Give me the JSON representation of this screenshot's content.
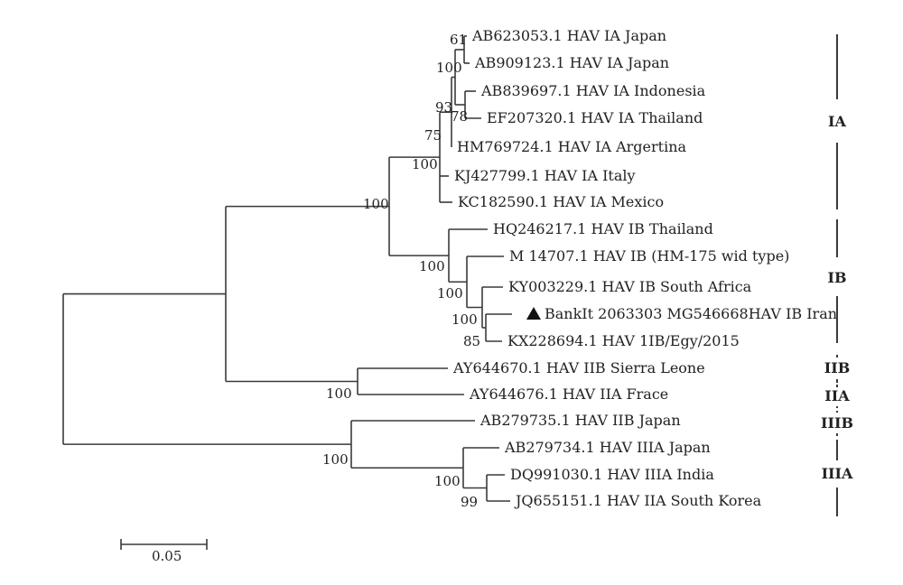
{
  "tree": {
    "leaves": [
      {
        "id": "L1",
        "label": "AB623053.1 HAV IA Japan"
      },
      {
        "id": "L2",
        "label": "AB909123.1 HAV IA Japan"
      },
      {
        "id": "L3",
        "label": "AB839697.1 HAV IA Indonesia"
      },
      {
        "id": "L4",
        "label": "EF207320.1 HAV IA Thailand"
      },
      {
        "id": "L5",
        "label": "HM769724.1 HAV IA Argertina"
      },
      {
        "id": "L6",
        "label": "KJ427799.1 HAV IA Italy"
      },
      {
        "id": "L7",
        "label": "KC182590.1 HAV IA Mexico"
      },
      {
        "id": "L8",
        "label": "HQ246217.1 HAV IB Thailand"
      },
      {
        "id": "L9",
        "label": "M 14707.1 HAV IB (HM-175 wid type)"
      },
      {
        "id": "L10",
        "label": "KY003229.1 HAV IB South Africa"
      },
      {
        "id": "L11",
        "label": "BankIt 2063303 MG546668HAV IB Iran",
        "marker": "triangle"
      },
      {
        "id": "L12",
        "label": "KX228694.1 HAV 1IB/Egy/2015"
      },
      {
        "id": "L13",
        "label": "AY644670.1  HAV IIB Sierra Leone"
      },
      {
        "id": "L14",
        "label": "AY644676.1 HAV IIA Frace"
      },
      {
        "id": "L15",
        "label": "AB279735.1 HAV IIB Japan"
      },
      {
        "id": "L16",
        "label": "AB279734.1 HAV IIIA Japan"
      },
      {
        "id": "L17",
        "label": "DQ991030.1 HAV IIIA India"
      },
      {
        "id": "L18",
        "label": "JQ655151.1 HAV IIA South Korea"
      }
    ],
    "bootstrap": [
      {
        "node": "n_L1L2",
        "value": "61"
      },
      {
        "node": "n_japan",
        "value": "100"
      },
      {
        "node": "n_L3L4",
        "value": "78"
      },
      {
        "node": "n_core",
        "value": "93"
      },
      {
        "node": "n_withL5",
        "value": "75"
      },
      {
        "node": "n_IA",
        "value": "100"
      },
      {
        "node": "n_I",
        "value": "100"
      },
      {
        "node": "n_IB",
        "value": "100"
      },
      {
        "node": "n_L10_12",
        "value": "100"
      },
      {
        "node": "n_L11L12",
        "value": "100"
      },
      {
        "node": "n_L11L12_in",
        "value": "85"
      },
      {
        "node": "n_II",
        "value": "100"
      },
      {
        "node": "n_III",
        "value": "100"
      },
      {
        "node": "n_IIIA",
        "value": "100"
      },
      {
        "node": "n_L17L18",
        "value": "99"
      }
    ],
    "clades": [
      {
        "label": "IA"
      },
      {
        "label": "IB"
      },
      {
        "label": "IIB"
      },
      {
        "label": "IIA"
      },
      {
        "label": "IIIB"
      },
      {
        "label": "IIIA"
      }
    ],
    "scale": {
      "label": "0.05"
    }
  }
}
